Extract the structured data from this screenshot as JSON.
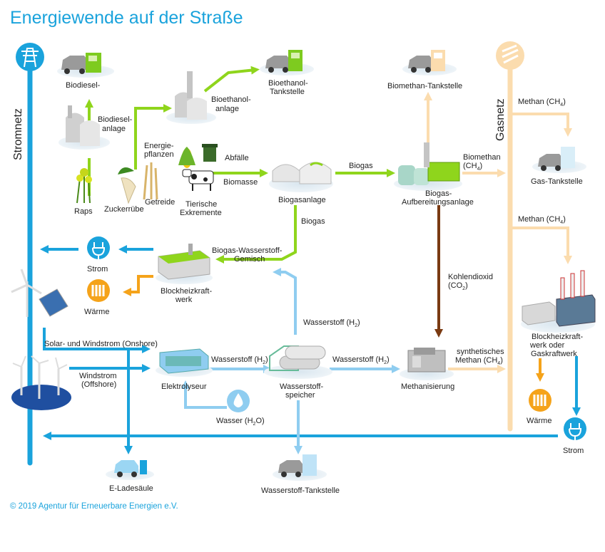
{
  "title": "Energiewende auf der Straße",
  "copyright": "© 2019 Agentur für Erneuerbare Energien e.V.",
  "colors": {
    "strom": "#1aa3dc",
    "wasserstoff": "#8fcdf0",
    "bio": "#8fd51c",
    "gas": "#fbdcae",
    "waerme": "#f5a31a",
    "co2": "#7a3a12"
  },
  "grids": {
    "stromnetz": "Stromnetz",
    "gasnetz": "Gasnetz"
  },
  "labels": {
    "biodiesel": "Biodiesel-",
    "biodiesel_anlage_1": "Biodiesel-",
    "biodiesel_anlage_2": "anlage",
    "raps": "Raps",
    "zuckerruebe": "Zuckerrübe",
    "getreide": "Getreide",
    "energiepflanzen_1": "Energie-",
    "energiepflanzen_2": "pflanzen",
    "abfaelle": "Abfälle",
    "tierische_1": "Tierische",
    "tierische_2": "Exkremente",
    "biomasse": "Biomasse",
    "bioethanol_anlage_1": "Bioethanol-",
    "bioethanol_anlage_2": "anlage",
    "bioethanol_tank_1": "Bioethanol-",
    "bioethanol_tank_2": "Tankstelle",
    "biomethan_tank": "Biomethan-Tankstelle",
    "biogasanlage": "Biogasanlage",
    "biogas_1": "Biogas",
    "biogas_2": "Biogas",
    "aufbereitung_1": "Biogas-",
    "aufbereitung_2": "Aufbereitungsanlage",
    "biomethan_1": "Biomethan",
    "biomethan_2": "(CH",
    "methan_1": "Methan (CH",
    "methan_2": "Methan (CH",
    "gas_tank": "Gas-Tankstelle",
    "mix_1": "Biogas-Wasserstoff-",
    "mix_2": "Gemisch",
    "strom_left": "Strom",
    "waerme_left": "Wärme",
    "bhkw_1": "Blockheizkraft-",
    "bhkw_2": "werk",
    "kohlendioxid_1": "Kohlendioxid",
    "kohlendioxid_2": "(CO",
    "wasserstoff_up": "Wasserstoff (H",
    "solarwind": "Solar- und Windstrom (Onshore)",
    "windstrom_1": "Windstrom",
    "windstrom_2": "(Offshore)",
    "elektrolyseur": "Elektrolyseur",
    "wasserstoff_a": "Wasserstoff (H",
    "wasserstoff_b": "Wasserstoff (H",
    "speicher_1": "Wasserstoff-",
    "speicher_2": "speicher",
    "methanisierung": "Methanisierung",
    "synth_1": "synthetisches",
    "synth_2": "Methan (CH",
    "wasser": "Wasser (H",
    "bhkw_gas_1": "Blockheizkraft-",
    "bhkw_gas_2": "werk oder",
    "bhkw_gas_3": "Gaskraftwerk",
    "waerme_right": "Wärme",
    "strom_right": "Strom",
    "eladesaeule": "E-Ladesäule",
    "h2_tank": "Wasserstoff-Tankstelle"
  },
  "subscripts": {
    "ch4": "4",
    "co2": "2",
    "h2": "2",
    "h2o": "2",
    "close": ")",
    "h2o_close": "O)"
  },
  "icons": {
    "pole": "power-pole-icon",
    "gas": "gas-network-icon",
    "plug": "plug-icon",
    "heat": "radiator-icon"
  }
}
